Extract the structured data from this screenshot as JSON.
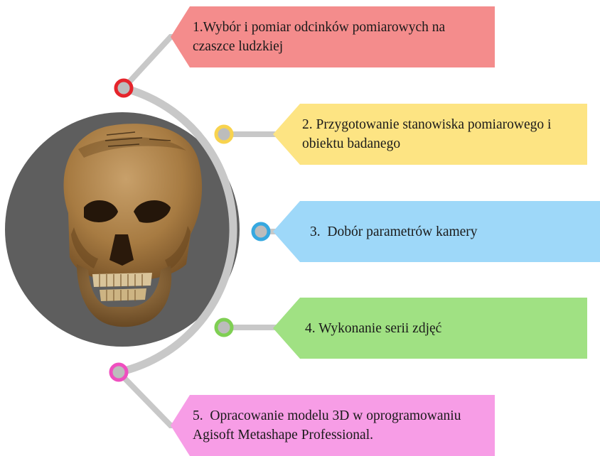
{
  "steps": [
    {
      "text": "1.Wybór i pomiar odcinków pomiarowych na czaszce ludzkiej",
      "color": "#f48c8c",
      "ring": "#e5242b"
    },
    {
      "text": "2. Przygotowanie stanowiska pomiarowego i obiektu badanego",
      "color": "#fde483",
      "ring": "#f8d34e"
    },
    {
      "text": "3.  Dobór parametrów kamery",
      "color": "#9ed8f9",
      "ring": "#36a8e0"
    },
    {
      "text": "4. Wykonanie serii zdjęć",
      "color": "#a0e183",
      "ring": "#7fcf53"
    },
    {
      "text": "5.  Opracowanie modelu 3D w oprogramowaniu Agisoft Metashape Professional.",
      "color": "#f79de6",
      "ring": "#ef4fbf"
    }
  ],
  "image": {
    "subject": "skull-photo",
    "backdrop": "#5e5e5e"
  },
  "connector_color": "#c8c8c8"
}
